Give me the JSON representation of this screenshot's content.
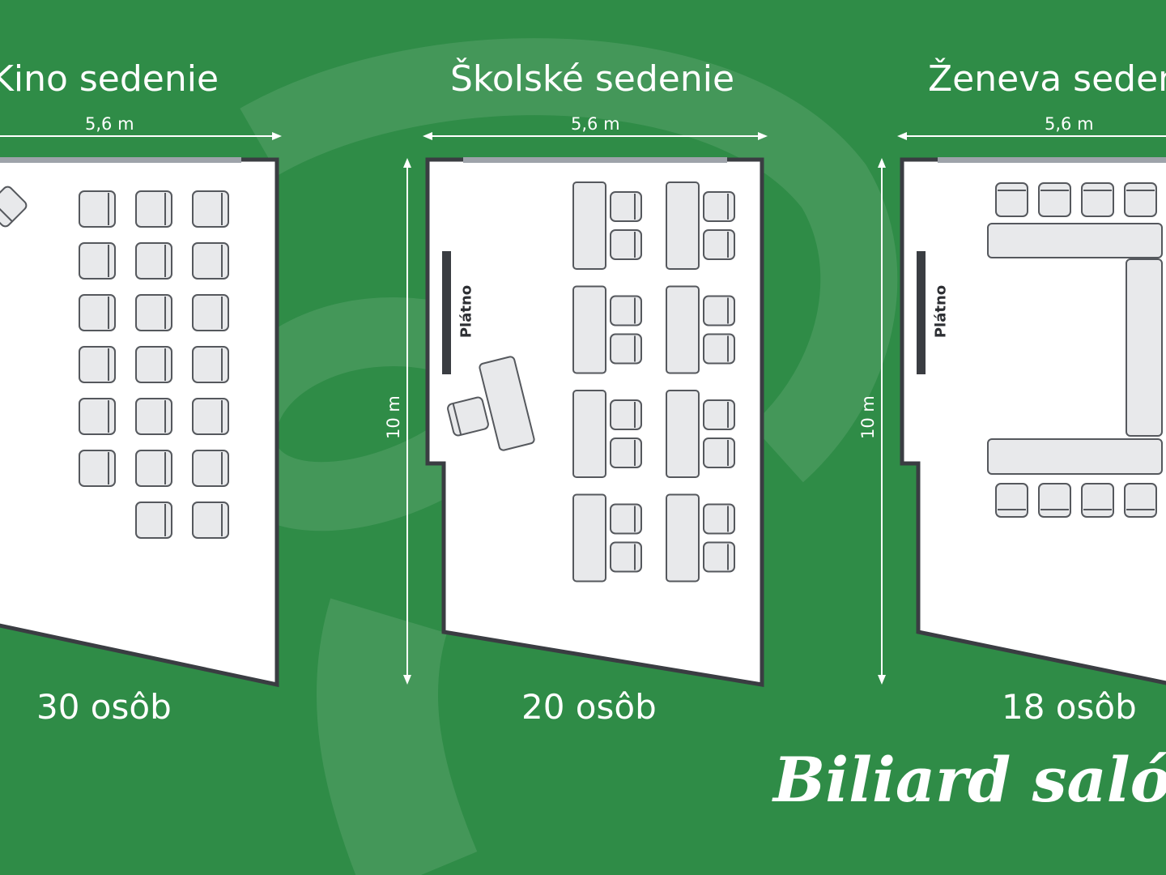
{
  "rooms": [
    {
      "title": "Kino sedenie",
      "width_label": "5,6 m",
      "capacity": "30 osôb"
    },
    {
      "title": "Školské sedenie",
      "width_label": "5,6 m",
      "height_label": "10 m",
      "screen_label": "Plátno",
      "capacity": "20 osôb"
    },
    {
      "title": "Ženeva sedenie",
      "width_label": "5,6 m",
      "height_label": "10 m",
      "screen_label": "Plátno",
      "capacity": "18 osôb"
    }
  ],
  "brand": "Biliard salón",
  "colors": {
    "background": "#2f8c47",
    "floor": "#ffffff",
    "wall": "#3a3d42",
    "furniture_fill": "#e8e9eb",
    "furniture_stroke": "#55585d",
    "window": "#9ea3aa",
    "text": "#ffffff"
  }
}
